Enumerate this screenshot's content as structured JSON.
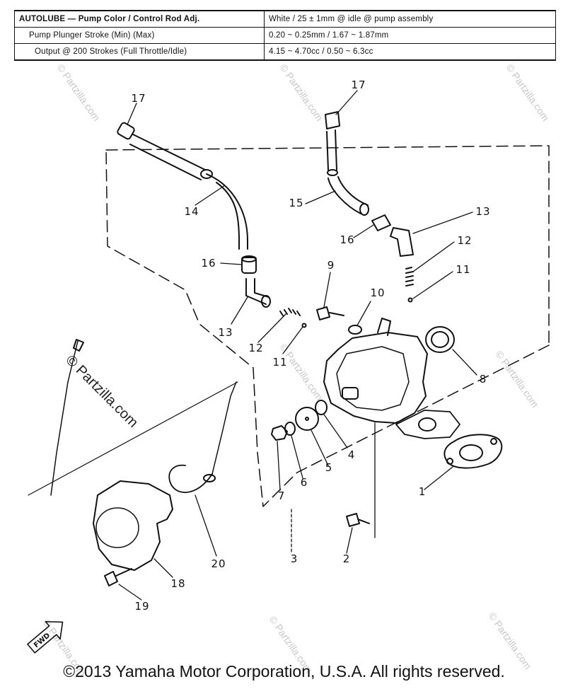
{
  "spec_table": {
    "rows": [
      {
        "label": "AUTOLUBE — Pump Color / Control Rod Adj.",
        "value": "White / 25 ± 1mm @ idle @ pump assembly"
      },
      {
        "label": "Pump Plunger Stroke (Min) (Max)",
        "value": "0.20 ~ 0.25mm / 1.67 ~ 1.87mm"
      },
      {
        "label": "Output @ 200 Strokes (Full Throttle/Idle)",
        "value": "4.15 ~ 4.70cc / 0.50 ~ 6.3cc"
      }
    ]
  },
  "callouts": {
    "c1": "1",
    "c2": "2",
    "c3": "3",
    "c4": "4",
    "c5": "5",
    "c6": "6",
    "c7": "7",
    "c8": "8",
    "c9": "9",
    "c10": "10",
    "c11a": "11",
    "c11b": "11",
    "c12a": "12",
    "c12b": "12",
    "c13a": "13",
    "c13b": "13",
    "c14": "14",
    "c15": "15",
    "c16a": "16",
    "c16b": "16",
    "c17a": "17",
    "c17b": "17",
    "c18": "18",
    "c19": "19",
    "c20": "20"
  },
  "fwd_label": "FWD",
  "watermark": "© Partzilla.com",
  "copyright": "©2013 Yamaha Motor Corporation, U.S.A. All rights reserved.",
  "colors": {
    "ink": "#111111",
    "watermark": "#c8c8c8",
    "background": "#ffffff"
  }
}
